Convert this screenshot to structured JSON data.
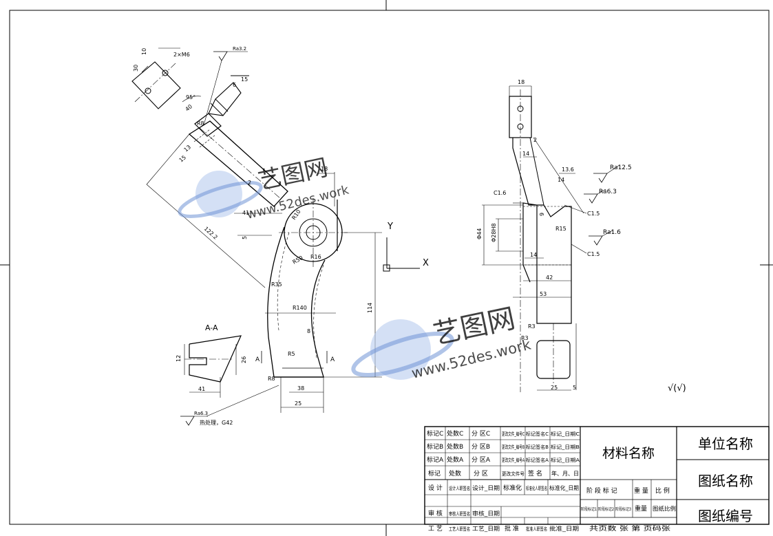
{
  "watermark": {
    "name": "艺图网",
    "url": "www.52des.work"
  },
  "colors": {
    "line": "#000000",
    "watermark": "#6f93d6",
    "watermark_light": "#b7cbef"
  },
  "axis": {
    "y": "Y",
    "x": "X"
  },
  "section": {
    "label": "A-A",
    "arrow_left": "A",
    "arrow_right": "A",
    "cut_a_left": "A",
    "cut_a_right": "A"
  },
  "roughness": {
    "symbol": "√(√)"
  },
  "front_dims": {
    "d10": "10",
    "d30": "30",
    "holes": "2×M6",
    "ra_top": "Ra3.2",
    "d15a": "15",
    "d6": "6",
    "ang95": "95°",
    "d40": "40",
    "r8": "R8",
    "d13": "13",
    "d15b": "15",
    "d2": "2",
    "d122": "122.2",
    "d18": "18",
    "ang41": "41°",
    "r10": "R10",
    "d5": "5",
    "r16": "R16",
    "r50": "R50",
    "r35": "R35",
    "r140": "R140",
    "d8": "8",
    "d114": "114",
    "r5": "R5",
    "r8b": "R8",
    "d38": "38",
    "d25": "25"
  },
  "section_dims": {
    "d12": "12",
    "d26": "26",
    "d41": "41",
    "ra_sec": "Ra6.3",
    "note": "热处理，G42"
  },
  "side_dims": {
    "d18": "18",
    "d2": "2",
    "d14a": "14",
    "d13_6": "13.6",
    "ra12_5": "Ra12.5",
    "d14b": "14",
    "ra6_3": "Ra6.3",
    "c1_6a": "C1.6",
    "c1_5a": "C1.5",
    "d9": "9",
    "r15": "R15",
    "d44": "Φ44",
    "d28": "Φ28H8",
    "ra1_6": "Ra1.6",
    "c1_5b": "C1.5",
    "d14c": "14",
    "d42": "42",
    "d53": "53",
    "r3a": "R3",
    "r3b": "R3",
    "d25": "25",
    "d5": "5"
  },
  "title_block": {
    "rev_rows": [
      [
        "标记C",
        "处数C",
        "分 区C",
        "更改文件_编号C",
        "标记签名C",
        "标记_日期C"
      ],
      [
        "标记B",
        "处数B",
        "分 区B",
        "更改文件_编号B",
        "标记签名B",
        "标记_日期B"
      ],
      [
        "标记A",
        "处数A",
        "分 区A",
        "更改文件_编号A",
        "标记签名A",
        "标记_日期A"
      ],
      [
        "标记",
        "处数",
        "分 区",
        "更改文件号",
        "签 名",
        "年、月、日"
      ]
    ],
    "design_row": [
      "设 计",
      "设计人职签名",
      "设计_日期",
      "标准化",
      "标准化人职签名",
      "标准化_日期"
    ],
    "review_row": [
      "审 核",
      "审核人职签名",
      "审核_日期"
    ],
    "process_row": [
      "工 艺",
      "工艺人职签名",
      "工艺_日期",
      "批 准",
      "批准人职签名",
      "批准_日期"
    ],
    "material": "材料名称",
    "stage_label": "阶 段 标 记",
    "weight_label": "重 量",
    "scale_label": "比 例",
    "stage_cells": [
      "阶段标记1",
      "阶段标记2",
      "阶段标记3"
    ],
    "weight": "重量",
    "scale": "图纸比例",
    "sheet": "共页数  张    第  页码张",
    "unit": "单位名称",
    "drawing_name": "图纸名称",
    "drawing_number": "图纸编号"
  }
}
